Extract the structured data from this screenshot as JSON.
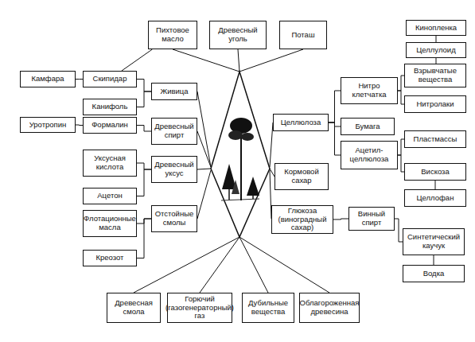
{
  "diagram": {
    "nodes": [
      {
        "text": [
          "Пихтовое масло"
        ]
      },
      {
        "text": [
          "Древесный уголь"
        ]
      },
      {
        "text": [
          "Поташ"
        ]
      },
      {
        "text": [
          "Кинопленка"
        ]
      },
      {
        "text": [
          "Целлулоид"
        ]
      },
      {
        "text": [
          "Камфара"
        ]
      },
      {
        "text": [
          "Скипидар"
        ]
      },
      {
        "text": [
          "Живица"
        ]
      },
      {
        "text": [
          "Взрывчатые вещества"
        ]
      },
      {
        "text": [
          "Нитро клетчатка"
        ]
      },
      {
        "text": [
          "Канифоль"
        ]
      },
      {
        "text": [
          "Нитролаки"
        ]
      },
      {
        "text": [
          "Уротропин"
        ]
      },
      {
        "text": [
          "Формалин"
        ]
      },
      {
        "text": [
          "Древесный спирт"
        ]
      },
      {
        "text": [
          "Целлюлоза"
        ]
      },
      {
        "text": [
          "Бумага"
        ]
      },
      {
        "text": [
          "Пластмассы"
        ]
      },
      {
        "text": [
          "Ацетил-целлюлоза"
        ]
      },
      {
        "text": [
          "Уксусная кислота"
        ]
      },
      {
        "text": [
          "Древесный уксус"
        ]
      },
      {
        "text": [
          "Кормовой сахар"
        ]
      },
      {
        "text": [
          "Вискоза"
        ]
      },
      {
        "text": [
          "Ацетон"
        ]
      },
      {
        "text": [
          "Целлофан"
        ]
      },
      {
        "text": [
          "Отстойные смолы"
        ]
      },
      {
        "text": [
          "Флотационные масла"
        ]
      },
      {
        "text": [
          "Глюкоза (виноградный сахар)"
        ]
      },
      {
        "text": [
          "Винный спирт"
        ]
      },
      {
        "text": [
          "Синтетический каучук"
        ]
      },
      {
        "text": [
          "Креозот"
        ]
      },
      {
        "text": [
          "Водка"
        ]
      },
      {
        "text": [
          "Древесная смола"
        ]
      },
      {
        "text": [
          "Горючий (газогенераторный) газ"
        ]
      },
      {
        "text": [
          "Дубильные вещества"
        ]
      },
      {
        "text": [
          "Облагороженная древесина"
        ]
      }
    ],
    "edges": [
      {
        "from": 5,
        "to": 6,
        "arrow": "none"
      },
      {
        "from": 0,
        "to": 6,
        "arrow": "none"
      },
      {
        "from": 7,
        "to": 6,
        "arrow": "none"
      },
      {
        "from": 7,
        "to": 10,
        "arrow": "none"
      },
      {
        "from": 12,
        "to": 13,
        "arrow": "none"
      },
      {
        "from": 13,
        "to": 14,
        "arrow": "none"
      },
      {
        "from": 20,
        "to": 19,
        "arrow": "none"
      },
      {
        "from": 20,
        "to": 23,
        "arrow": "none"
      },
      {
        "from": 25,
        "to": 26,
        "arrow": "none"
      },
      {
        "from": 25,
        "to": 30,
        "arrow": "none"
      },
      {
        "from": 15,
        "to": 9,
        "arrow": "none"
      },
      {
        "from": 15,
        "to": 16,
        "arrow": "none"
      },
      {
        "from": 15,
        "to": 18,
        "arrow": "none"
      },
      {
        "from": 3,
        "to": 4,
        "arrow": "none"
      },
      {
        "from": 4,
        "to": 8,
        "arrow": "none"
      },
      {
        "from": 9,
        "to": 8,
        "arrow": "none"
      },
      {
        "from": 9,
        "to": 11,
        "arrow": "none"
      },
      {
        "from": 18,
        "to": 17,
        "arrow": "none"
      },
      {
        "from": 18,
        "to": 22,
        "arrow": "none"
      },
      {
        "from": 22,
        "to": 24,
        "arrow": "none"
      },
      {
        "from": 27,
        "to": 28,
        "arrow": "none"
      },
      {
        "from": 28,
        "to": 29,
        "arrow": "none"
      },
      {
        "from": 29,
        "to": 31,
        "arrow": "none"
      }
    ]
  }
}
